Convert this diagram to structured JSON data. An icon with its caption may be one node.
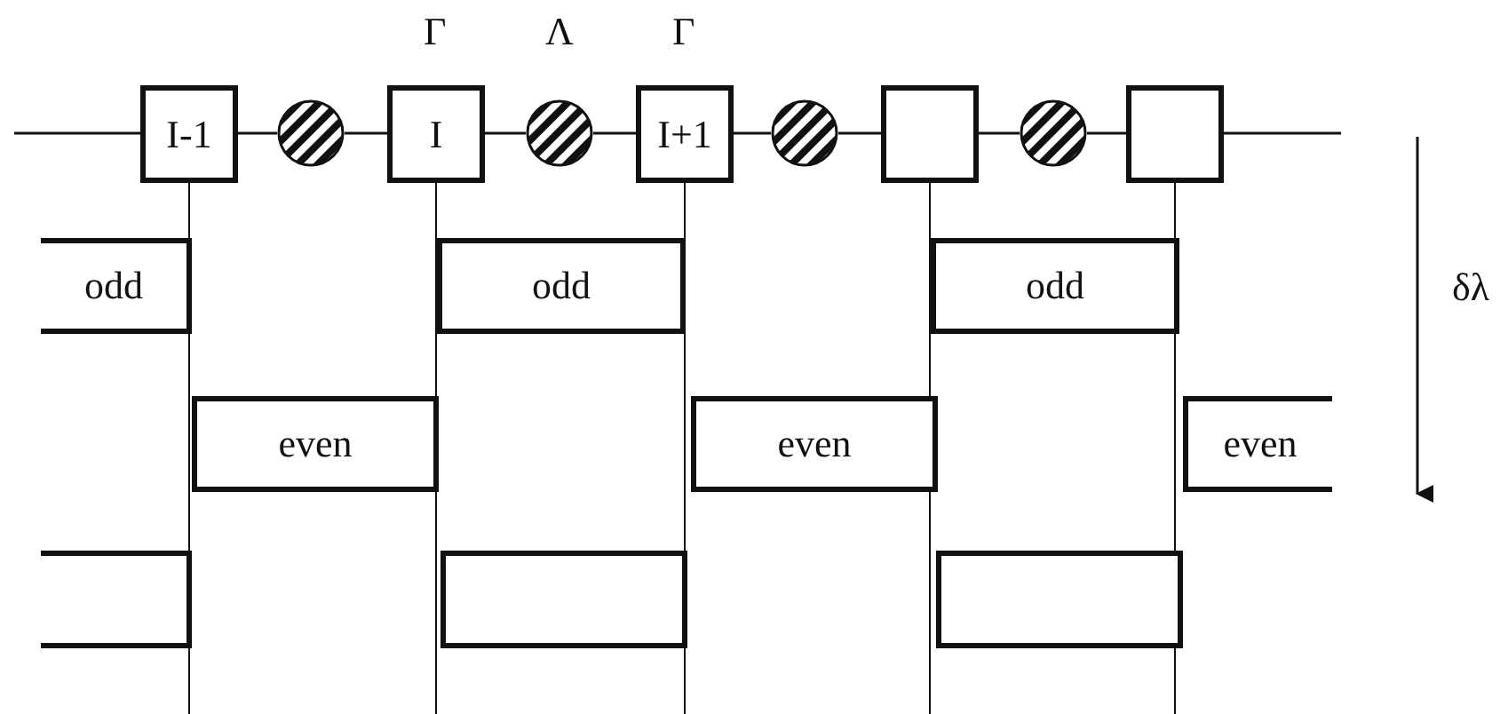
{
  "diagram": {
    "nodes": [
      {
        "text": [
          "I-1"
        ]
      },
      {
        "text": [],
        "shape": "circle"
      },
      {
        "text": [
          "I"
        ]
      },
      {
        "text": [],
        "shape": "circle"
      },
      {
        "text": [
          "I+1"
        ]
      },
      {
        "text": [],
        "shape": "circle"
      },
      {
        "text": [],
        "shape": "box"
      },
      {
        "text": [],
        "shape": "circle"
      },
      {
        "text": [],
        "shape": "box"
      },
      {
        "text": [
          "odd"
        ]
      },
      {
        "text": [
          "odd"
        ]
      },
      {
        "text": [
          "odd"
        ]
      },
      {
        "text": [
          "even"
        ]
      },
      {
        "text": [
          "even"
        ]
      },
      {
        "text": [
          "even"
        ]
      },
      {
        "text": [],
        "shape": "box"
      },
      {
        "text": [],
        "shape": "box"
      },
      {
        "text": [],
        "shape": "box"
      }
    ],
    "edges": [
      {
        "from": null,
        "to": 0,
        "arrow": "none"
      },
      {
        "from": 0,
        "to": 1,
        "arrow": "none"
      },
      {
        "from": 1,
        "to": 2,
        "arrow": "none"
      },
      {
        "from": 2,
        "to": 3,
        "arrow": "none"
      },
      {
        "from": 3,
        "to": 4,
        "arrow": "none"
      },
      {
        "from": 4,
        "to": 5,
        "arrow": "none"
      },
      {
        "from": 5,
        "to": 6,
        "arrow": "none"
      },
      {
        "from": 6,
        "to": 7,
        "arrow": "none"
      },
      {
        "from": 7,
        "to": 8,
        "arrow": "none"
      },
      {
        "from": 8,
        "to": null,
        "arrow": "none"
      }
    ],
    "labels": [
      "Γ",
      "Λ",
      "Γ",
      "δλ"
    ]
  }
}
